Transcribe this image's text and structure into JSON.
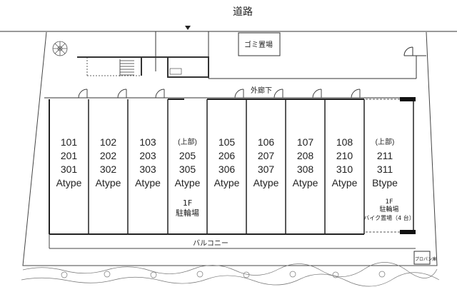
{
  "road": {
    "label": "道路"
  },
  "labels": {
    "garbage": "ゴミ置場",
    "corridor": "外廊下",
    "balcony": "バルコニー",
    "propane": "プロパン庫"
  },
  "units": [
    {
      "lines": [
        "101",
        "201",
        "301",
        "Atype"
      ]
    },
    {
      "lines": [
        "102",
        "202",
        "302",
        "Atype"
      ]
    },
    {
      "lines": [
        "103",
        "203",
        "303",
        "Atype"
      ]
    },
    {
      "lines": [
        "(上部)",
        "205",
        "305",
        "Atype"
      ],
      "note": [
        "1F",
        "駐輪場"
      ]
    },
    {
      "lines": [
        "105",
        "206",
        "306",
        "Atype"
      ]
    },
    {
      "lines": [
        "106",
        "207",
        "307",
        "Atype"
      ]
    },
    {
      "lines": [
        "107",
        "208",
        "308",
        "Atype"
      ]
    },
    {
      "lines": [
        "108",
        "210",
        "310",
        "Atype"
      ]
    },
    {
      "lines": [
        "(上部)",
        "211",
        "311",
        "Btype"
      ],
      "note": [
        "1F",
        "駐輪場",
        "バイク置場（4 台）"
      ]
    }
  ]
}
